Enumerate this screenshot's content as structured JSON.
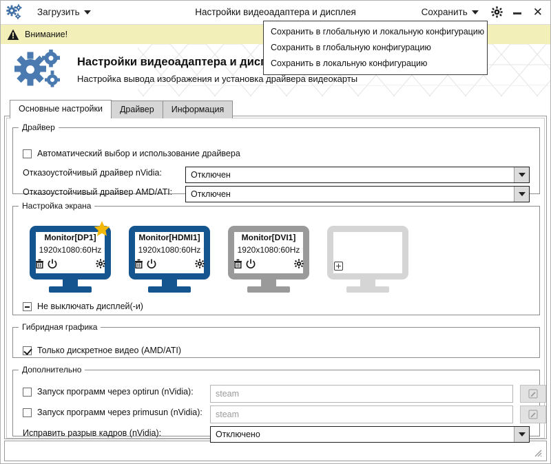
{
  "titlebar": {
    "app_icon": "gears-icon",
    "load_menu_label": "Загрузить",
    "title": "Настройки видеоадаптера и дисплея",
    "save_menu_label": "Сохранить",
    "settings_icon": "gear-icon",
    "minimize_icon": "minimize-icon",
    "close_icon": "close-icon"
  },
  "save_dropdown": {
    "items": [
      {
        "label": "Сохранить в глобальную и локальную конфигурацию"
      },
      {
        "label": "Сохранить в глобальную конфигурацию"
      },
      {
        "label": "Сохранить в локальную конфигурацию"
      }
    ]
  },
  "warning": {
    "icon": "warning-triangle-icon",
    "text": "Внимание!",
    "background": "#f2efb8"
  },
  "banner": {
    "logo": "gears-logo-icon",
    "title": "Настройки видеоадаптера и дисплея",
    "subtitle": "Настройка вывода изображения и установка драйвера видеокарты"
  },
  "tabs": [
    {
      "label": "Основные настройки",
      "active": true
    },
    {
      "label": "Драйвер",
      "active": false
    },
    {
      "label": "Информация",
      "active": false
    }
  ],
  "driver_group": {
    "legend": "Драйвер",
    "auto_checkbox": {
      "label": "Автоматический выбор и использование драйвера",
      "state": "unchecked"
    },
    "nvidia": {
      "label": "Отказоустойчивый драйвер nVidia:",
      "value": "Отключен"
    },
    "amd": {
      "label": "Отказоустойчивый драйвер AMD/ATI:",
      "value": "Отключен"
    }
  },
  "screen_group": {
    "legend": "Настройка экрана",
    "monitors": [
      {
        "name": "Monitor[DP1]",
        "resolution": "1920x1080:60Hz",
        "color": "#15558f",
        "primary": true,
        "star_icon": "star-icon",
        "icons": [
          "trash-icon",
          "power-icon",
          "gear-icon"
        ]
      },
      {
        "name": "Monitor[HDMI1]",
        "resolution": "1920x1080:60Hz",
        "color": "#15558f",
        "primary": false,
        "icons": [
          "trash-icon",
          "power-icon",
          "gear-icon"
        ]
      },
      {
        "name": "Monitor[DVI1]",
        "resolution": "1920x1080:60Hz",
        "color": "#9a9a9a",
        "primary": false,
        "icons": [
          "trash-icon",
          "power-icon",
          "gear-icon"
        ]
      },
      {
        "name": "",
        "resolution": "",
        "color": "#d5d5d5",
        "primary": false,
        "add_icon": "plus-box-icon",
        "icons": []
      }
    ],
    "keep_on_checkbox": {
      "label": "Не выключать дисплей(-и)",
      "state": "partial"
    }
  },
  "hybrid_group": {
    "legend": "Гибридная графика",
    "discrete_checkbox": {
      "label": "Только дискретное видео (AMD/ATI)",
      "state": "checked"
    }
  },
  "extra_group": {
    "legend": "Дополнительно",
    "optirun": {
      "label": "Запуск программ через optirun (nVidia):",
      "state": "unchecked",
      "value": "",
      "placeholder": "steam",
      "edit_icon": "pencil-icon"
    },
    "primusrun": {
      "label": "Запуск программ через primusun (nVidia):",
      "state": "unchecked",
      "value": "",
      "placeholder": "steam",
      "edit_icon": "pencil-icon"
    },
    "tearfree": {
      "label": "Исправить разрыв кадров (nVidia):",
      "value": "Отключено"
    }
  },
  "statusbar": {
    "resize_grip_icon": "resize-grip-icon"
  }
}
